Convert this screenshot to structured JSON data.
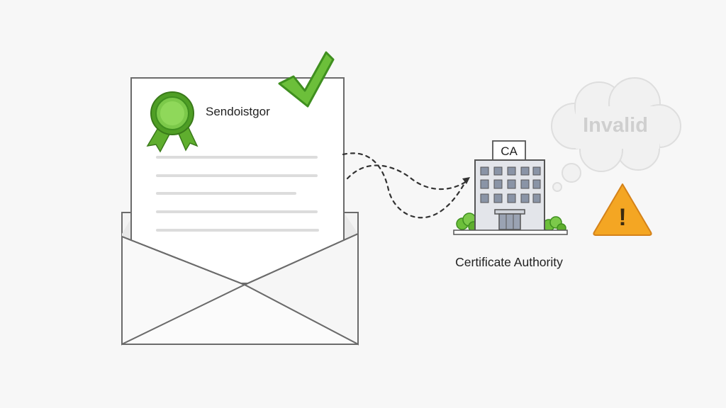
{
  "letter": {
    "sender_label": "Sendoistgor"
  },
  "ca_building": {
    "sign": "CA",
    "caption": "Certificate Authority"
  },
  "cloud": {
    "text": "Invalid"
  },
  "warning": {
    "symbol": "!"
  },
  "colors": {
    "green": "#6cbf3a",
    "green_dark": "#3f8f1f",
    "warning_orange": "#f4a623",
    "outline": "#555555",
    "cloud_fill": "#f1f1f1",
    "cloud_text": "#cfcfcf"
  },
  "icons": [
    "seal-ribbon-icon",
    "checkmark-icon",
    "envelope-icon",
    "building-icon",
    "bush-icon",
    "cloud-icon",
    "warning-triangle-icon"
  ]
}
